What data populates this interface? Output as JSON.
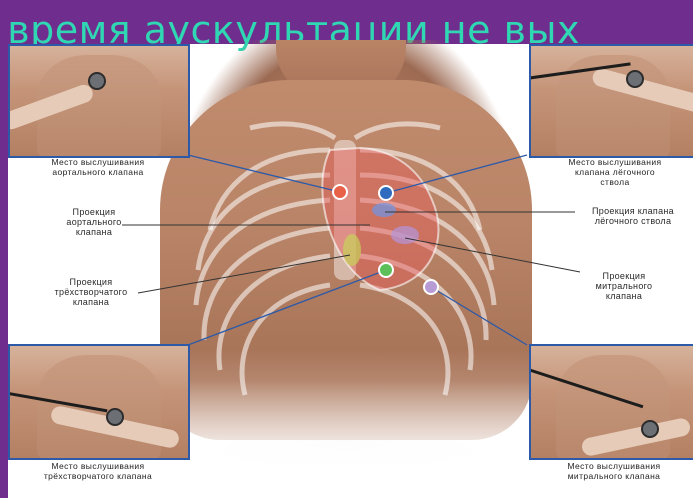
{
  "header": {
    "title": "во время аускультации не вых"
  },
  "thumbnails": {
    "top_left": {
      "caption_1": "Место выслушивания",
      "caption_2": "аортального клапана"
    },
    "top_right": {
      "caption_1": "Место выслушивания",
      "caption_2": "клапана лёгочного",
      "caption_3": "ствола"
    },
    "bottom_left": {
      "caption_1": "Место выслушивания",
      "caption_2": "трёхстворчатого клапана"
    },
    "bottom_right": {
      "caption_1": "Место выслушивания",
      "caption_2": "митрального клапана"
    }
  },
  "projections": {
    "aortic": {
      "line_1": "Проекция",
      "line_2": "аортального",
      "line_3": "клапана"
    },
    "tricuspid": {
      "line_1": "Проекция",
      "line_2": "трёхстворчатого",
      "line_3": "клапана"
    },
    "pulmonary": {
      "line_1": "Проекция клапана",
      "line_2": "лёгочного ствола"
    },
    "mitral": {
      "line_1": "Проекция",
      "line_2": "митрального",
      "line_3": "клапана"
    }
  },
  "colors": {
    "band": "#6f2e8e",
    "title": "#2fd7b3",
    "aortic_dot": "#e8624a",
    "pulmonary_dot": "#2f6cc0",
    "tricuspid_dot": "#5cbf5a",
    "mitral_dot": "#b79bd4",
    "leader_line": "#2d5aa8"
  }
}
